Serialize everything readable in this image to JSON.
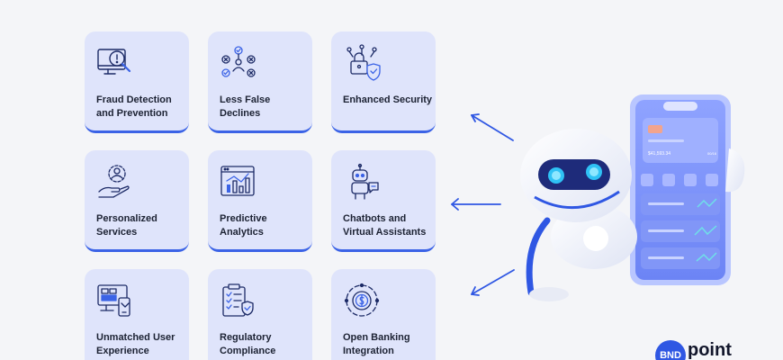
{
  "cards": [
    {
      "label": "Fraud Detection and Prevention",
      "icon": "fraud-detection-icon"
    },
    {
      "label": "Less False Declines",
      "icon": "decision-network-icon"
    },
    {
      "label": "Enhanced Security",
      "icon": "shield-lock-icon"
    },
    {
      "label": "Personalized Services",
      "icon": "user-gear-icon"
    },
    {
      "label": "Predictive Analytics",
      "icon": "chart-window-icon"
    },
    {
      "label": "Chatbots and Virtual Assistants",
      "icon": "chatbot-icon"
    },
    {
      "label": "Unmatched User Experience",
      "icon": "devices-icon"
    },
    {
      "label": "Regulatory Compliance",
      "icon": "clipboard-check-icon"
    },
    {
      "label": "Open Banking Integration",
      "icon": "dollar-cycle-icon"
    }
  ],
  "phone": {
    "balance": "$41,593.34",
    "small_value": "00/16"
  },
  "logo": {
    "badge": "BND",
    "word": "point"
  },
  "colors": {
    "accent": "#3b63e6",
    "card_bg": "#dfe4fb",
    "background": "#f4f5f8",
    "text": "#1c2233"
  }
}
